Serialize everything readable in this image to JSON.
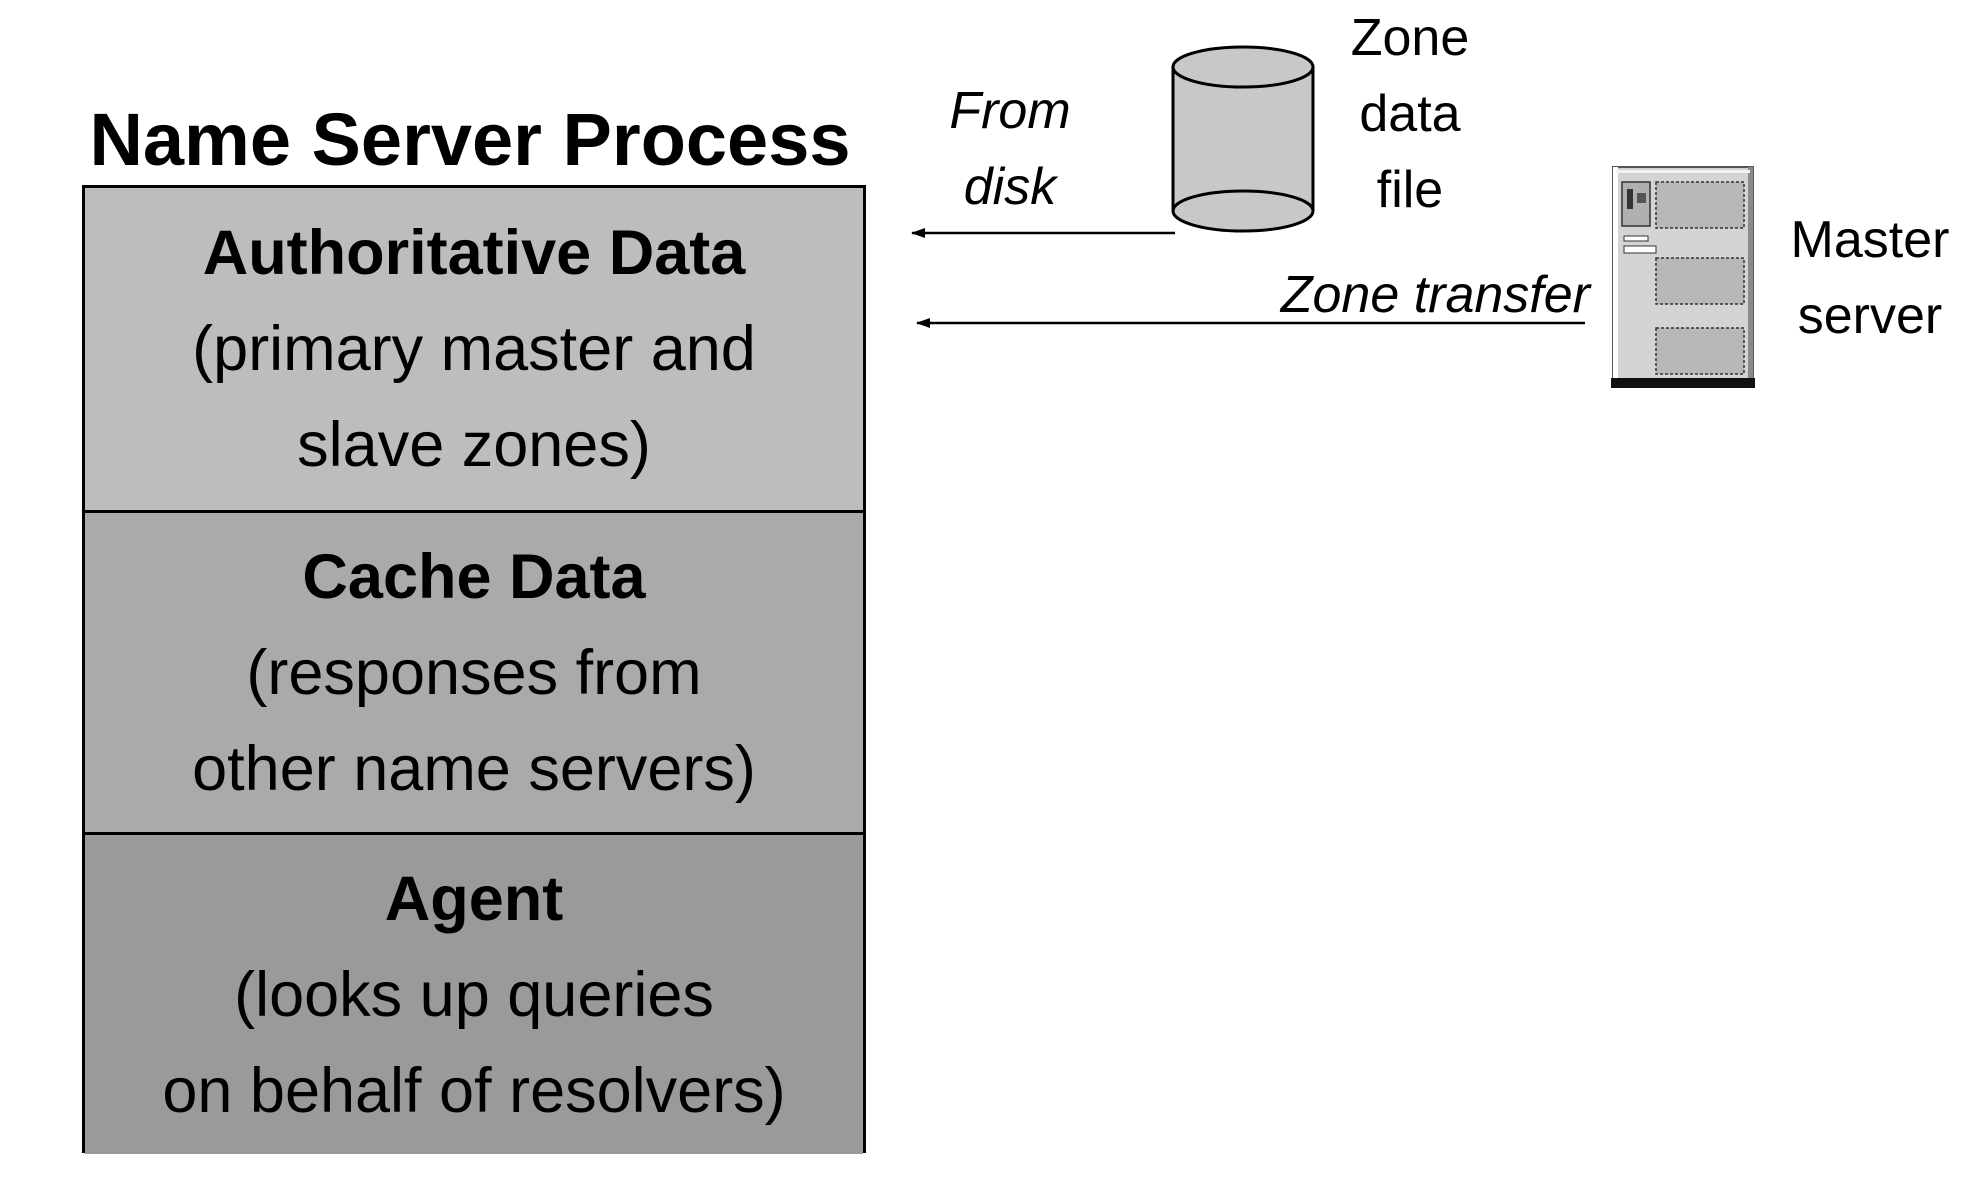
{
  "diagram": {
    "title": "Name Server Process",
    "layers": [
      {
        "heading": "Authoritative Data",
        "lines": [
          "(primary master and",
          "slave zones)"
        ],
        "fill": "#bdbdbd"
      },
      {
        "heading": "Cache Data",
        "lines": [
          "(responses from",
          "other name servers)"
        ],
        "fill": "#aaaaaa"
      },
      {
        "heading": "Agent",
        "lines": [
          "(looks up queries",
          "on behalf of resolvers)"
        ],
        "fill": "#9a9a9a"
      }
    ],
    "from_disk": [
      "From",
      "disk"
    ],
    "zone_file": {
      "lines": [
        "Zone",
        "data",
        "file"
      ],
      "icon": "database-cylinder-icon",
      "fill": "#c8c8c8"
    },
    "zone_transfer": "Zone transfer",
    "master_server": {
      "lines": [
        "Master",
        "server"
      ],
      "icon": "server-tower-icon"
    }
  }
}
